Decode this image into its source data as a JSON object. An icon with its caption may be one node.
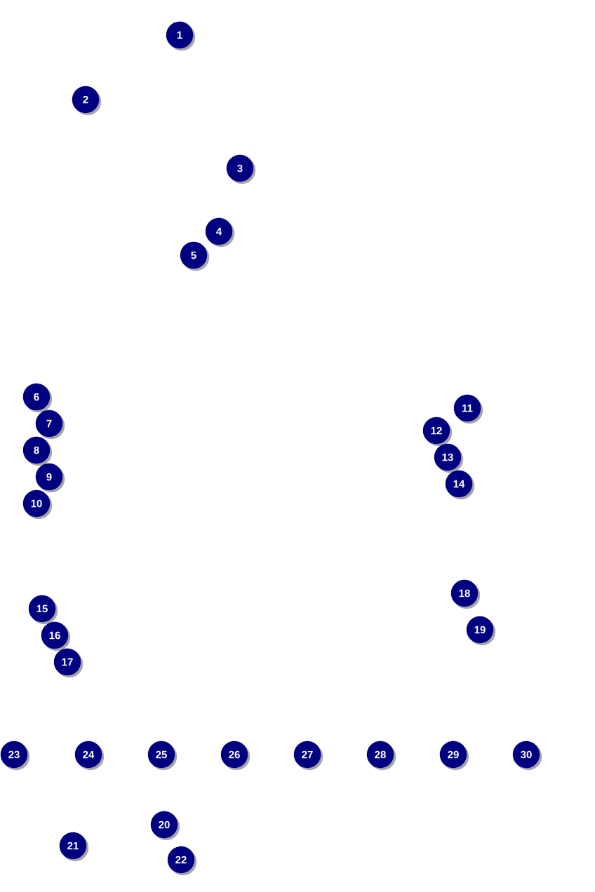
{
  "diagram": {
    "labels": [
      "1",
      "2",
      "3",
      "4",
      "5",
      "6",
      "7",
      "8",
      "9",
      "10",
      "11",
      "12",
      "13",
      "14",
      "15",
      "16",
      "17",
      "18",
      "19",
      "20",
      "21",
      "22",
      "23",
      "24",
      "25",
      "26",
      "27",
      "28",
      "29",
      "30"
    ]
  }
}
